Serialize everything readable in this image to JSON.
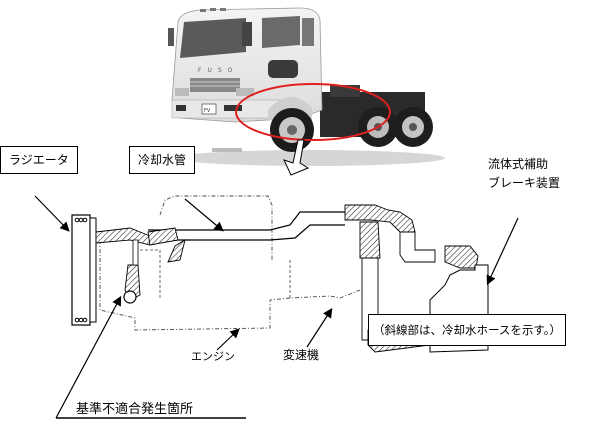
{
  "figure": {
    "photo": {
      "subject": "truck-tractor-photo",
      "brand_badge": "FUSO",
      "model_badge": "FV",
      "highlight_color": "#e02020"
    },
    "labels": {
      "radiator": "ラジエータ",
      "coolant_pipe": "冷却水管",
      "retarder_line1": "流体式補助",
      "retarder_line2": "ブレーキ装置",
      "engine": "エンジン",
      "transmission": "変速機",
      "note": "（斜線部は、冷却水ホースを示す。）",
      "defect_location": "基準不適合発生箇所"
    },
    "colors": {
      "line": "#000000",
      "highlight": "#e02020",
      "hatch": "#333333"
    }
  }
}
